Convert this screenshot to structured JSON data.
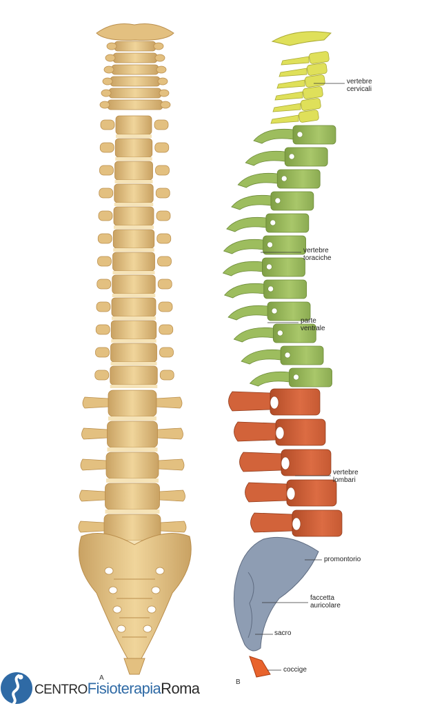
{
  "panels": {
    "a_letter": "A",
    "b_letter": "B"
  },
  "labels": {
    "cervical_line1": "vertebre",
    "cervical_line2": "cervicali",
    "thoracic_line1": "vertebre",
    "thoracic_line2": "toraciche",
    "ventral_line1": "parte",
    "ventral_line2": "ventrale",
    "lumbar_line1": "vertebre",
    "lumbar_line2": "lombari",
    "promontory": "promontorio",
    "auricular_line1": "faccetta",
    "auricular_line2": "auricolare",
    "sacrum": "sacro",
    "coccyx": "coccige"
  },
  "logo": {
    "word1": "CENTRO",
    "word2": "Fisioterapia",
    "word3": "Roma",
    "icon": "spine-figure-icon"
  },
  "colors": {
    "bone": "#e3c080",
    "bone_shade": "#b98d4b",
    "cervical": "#dfe05a",
    "thoracic": "#9dbd5e",
    "lumbar": "#d2633a",
    "sacrum": "#8e9db3",
    "coccyx": "#e8632c",
    "logo_blue": "#2f6aa5",
    "logo_dark": "#2a2a2a"
  }
}
